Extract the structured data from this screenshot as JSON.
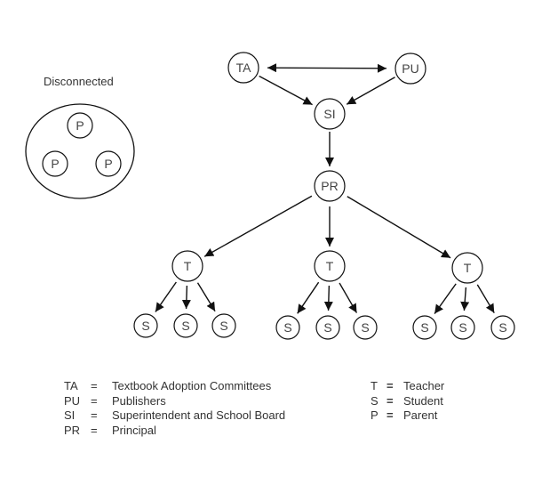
{
  "disconnected": {
    "title": "Disconnected",
    "nodes": [
      "P",
      "P",
      "P"
    ]
  },
  "nodes": {
    "TA": "TA",
    "PU": "PU",
    "SI": "SI",
    "PR": "PR",
    "T1": "T",
    "T2": "T",
    "T3": "T",
    "S": "S"
  },
  "edges": [
    {
      "from": "TA",
      "to": "PU",
      "bidirectional": true
    },
    {
      "from": "TA",
      "to": "SI"
    },
    {
      "from": "PU",
      "to": "SI"
    },
    {
      "from": "SI",
      "to": "PR"
    },
    {
      "from": "PR",
      "to": "T1"
    },
    {
      "from": "PR",
      "to": "T2"
    },
    {
      "from": "PR",
      "to": "T3"
    },
    {
      "from": "T1",
      "to": "S x3"
    },
    {
      "from": "T2",
      "to": "S x3"
    },
    {
      "from": "T3",
      "to": "S x3"
    }
  ],
  "legend_left": [
    {
      "key": "TA",
      "eq": "=",
      "value": "Textbook Adoption Committees"
    },
    {
      "key": "PU",
      "eq": "=",
      "value": "Publishers"
    },
    {
      "key": "SI",
      "eq": "=",
      "value": "Superintendent and School Board"
    },
    {
      "key": "PR",
      "eq": "=",
      "value": "Principal"
    }
  ],
  "legend_right": [
    {
      "key": "T",
      "eq": "=",
      "value": "Teacher"
    },
    {
      "key": "S",
      "eq": "=",
      "value": "Student"
    },
    {
      "key": "P",
      "eq": "=",
      "value": "Parent"
    }
  ]
}
